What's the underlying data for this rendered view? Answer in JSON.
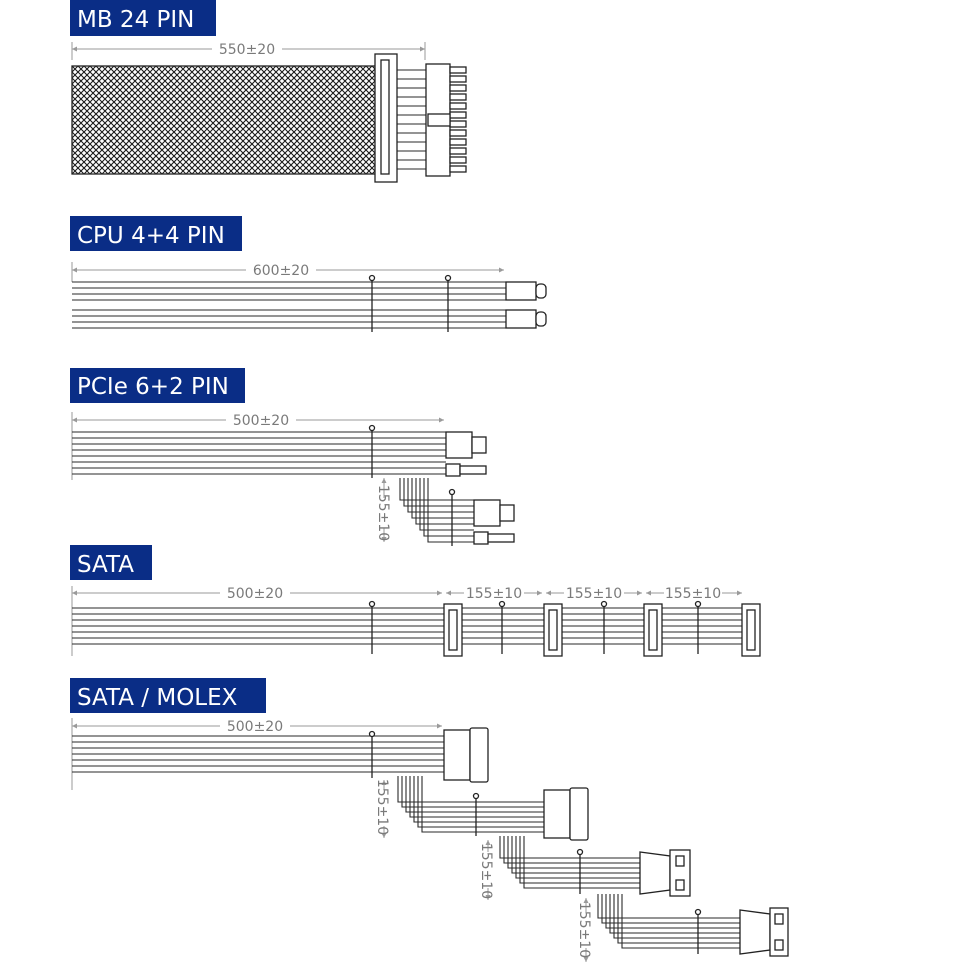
{
  "sections": [
    {
      "id": "mb",
      "title": "MB 24 PIN",
      "dims": [
        "550±20"
      ]
    },
    {
      "id": "cpu",
      "title": "CPU 4+4 PIN",
      "dims": [
        "600±20"
      ]
    },
    {
      "id": "pcie",
      "title": "PCIe 6+2 PIN",
      "dims": [
        "500±20",
        "155±10"
      ]
    },
    {
      "id": "sata",
      "title": "SATA",
      "dims": [
        "500±20",
        "155±10",
        "155±10",
        "155±10"
      ]
    },
    {
      "id": "molex",
      "title": "SATA / MOLEX",
      "dims": [
        "500±20",
        "155±10",
        "155±10",
        "155±10"
      ]
    }
  ]
}
